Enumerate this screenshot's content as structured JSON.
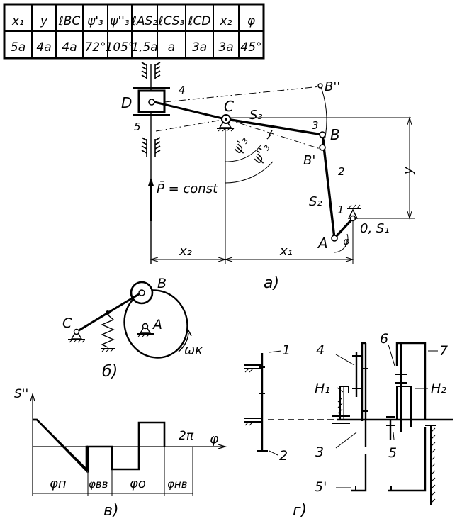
{
  "params_table": {
    "headers": [
      "x₁",
      "y",
      "ℓBC",
      "ψ'₃",
      "ψ''₃",
      "ℓAS₂",
      "ℓCS₃",
      "ℓCD",
      "x₂",
      "φ"
    ],
    "values": [
      "5a",
      "4a",
      "4a",
      "72°",
      "105°",
      "1,5a",
      "a",
      "3a",
      "3a",
      "45°"
    ]
  },
  "fig_a": {
    "caption": "a)",
    "labels": {
      "D": "D",
      "C": "C",
      "B": "B",
      "B1": "B'",
      "B2": "B''",
      "A": "A",
      "O": "0, S₁",
      "S3": "S₃",
      "S2": "S₂",
      "psi1": "ψ'₃",
      "psi2": "ψ''₃",
      "n1": "1",
      "n2": "2",
      "n3": "3",
      "n4": "4",
      "n5": "5",
      "force": "P̄ = const",
      "y": "y",
      "x1": "x₁",
      "x2": "x₂",
      "phi": "φ"
    }
  },
  "fig_b": {
    "caption": "б)",
    "labels": {
      "B": "B",
      "C": "C",
      "A": "A",
      "omega": "ωк"
    }
  },
  "fig_v": {
    "caption": "в)",
    "labels": {
      "s": "S''",
      "twopi": "2π",
      "phi": "φ",
      "phi_p": "φп",
      "phi_vv": "φвв",
      "phi_o": "φо",
      "phi_nv": "φнв"
    }
  },
  "fig_g": {
    "caption": "г)",
    "labels": {
      "n1": "1",
      "n2": "2",
      "n3": "3",
      "n4": "4",
      "n5": "5",
      "n5p": "5'",
      "n6": "6",
      "n7": "7",
      "H1": "H₁",
      "H2": "H₂"
    }
  }
}
